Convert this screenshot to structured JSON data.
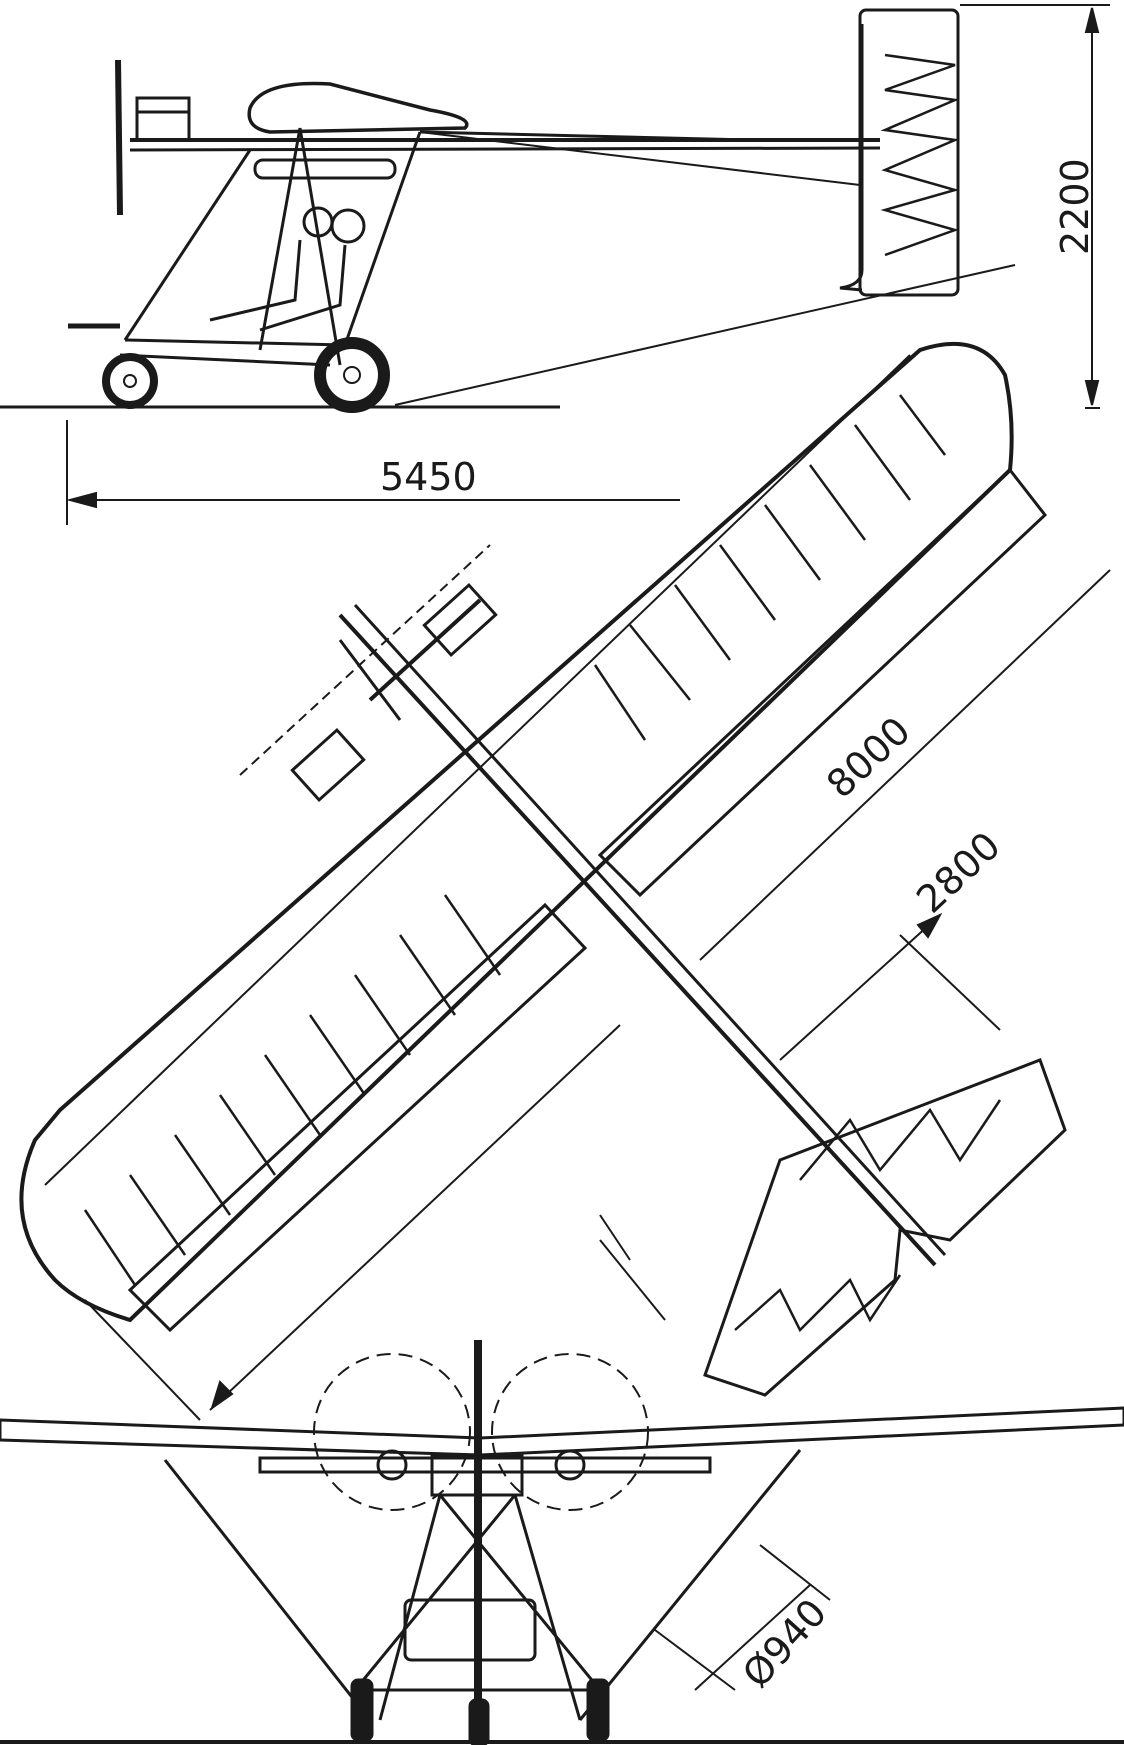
{
  "dimensions": {
    "height_label": "2200",
    "length_label": "5450",
    "span_label": "8000",
    "chord_label": "2800",
    "propeller_label": "Ø940"
  },
  "colors": {
    "ink": "#1a1a1a",
    "paper": "#ffffff"
  }
}
